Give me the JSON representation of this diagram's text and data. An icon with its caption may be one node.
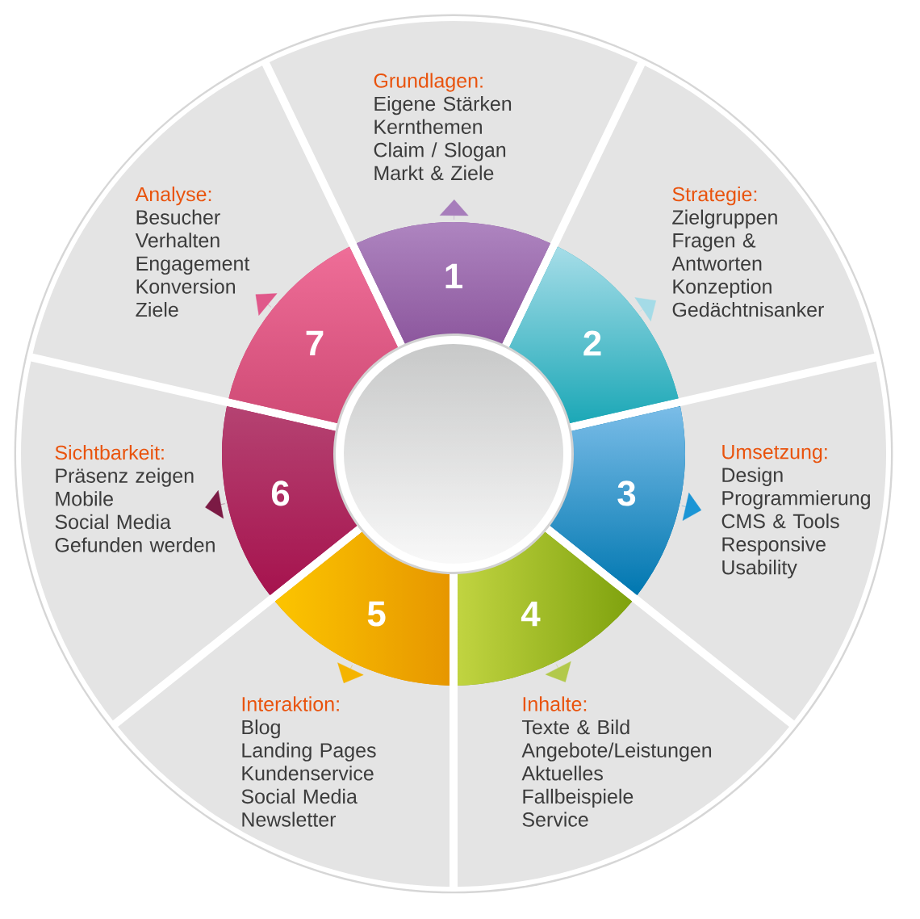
{
  "diagram": {
    "nodes": [
      {
        "text": [
          "Grundlagen:",
          "Eigene Stärken",
          "Kernthemen",
          "Claim / Slogan",
          "Markt & Ziele"
        ]
      },
      {
        "text": [
          "Strategie:",
          "Zielgruppen",
          "Fragen & Antworten",
          "Konzeption",
          "Gedächtnisanker"
        ]
      },
      {
        "text": [
          "Umsetzung:",
          "Design",
          "Programmierung",
          "CMS & Tools",
          "Responsive",
          "Usability"
        ]
      },
      {
        "text": [
          "Inhalte:",
          "Texte & Bild",
          "Angebote/Leistungen",
          "Aktuelles",
          "Fallbeispiele",
          "Service"
        ]
      },
      {
        "text": [
          "Interaktion:",
          "Blog",
          "Landing Pages",
          "Kundenservice",
          "Social Media",
          "Newsletter"
        ]
      },
      {
        "text": [
          "Sichtbarkeit:",
          "Präsenz zeigen",
          "Mobile",
          "Social Media",
          "Gefunden werden"
        ]
      },
      {
        "text": [
          "Analyse:",
          "Besucher",
          "Verhalten",
          "Engagement",
          "Konversion",
          "Ziele"
        ]
      },
      {
        "text": [
          "1"
        ]
      },
      {
        "text": [
          "2"
        ]
      },
      {
        "text": [
          "3"
        ]
      },
      {
        "text": [
          "4"
        ]
      },
      {
        "text": [
          "5"
        ]
      },
      {
        "text": [
          "6"
        ]
      },
      {
        "text": [
          "7"
        ]
      },
      {
        "text": [],
        "shape": "circle"
      }
    ],
    "edges": [
      {
        "from": 7,
        "to": 0,
        "arrow": "to",
        "color": "#a77dbb"
      },
      {
        "from": 8,
        "to": 1,
        "arrow": "to",
        "color": "#a4dbe7"
      },
      {
        "from": 9,
        "to": 2,
        "arrow": "to",
        "color": "#1b95d5"
      },
      {
        "from": 10,
        "to": 3,
        "arrow": "to",
        "color": "#b2c94b"
      },
      {
        "from": 11,
        "to": 4,
        "arrow": "to",
        "color": "#f5b400"
      },
      {
        "from": 12,
        "to": 5,
        "arrow": "to",
        "color": "#7b1a44"
      },
      {
        "from": 13,
        "to": 6,
        "arrow": "to",
        "color": "#e0588a"
      }
    ]
  }
}
